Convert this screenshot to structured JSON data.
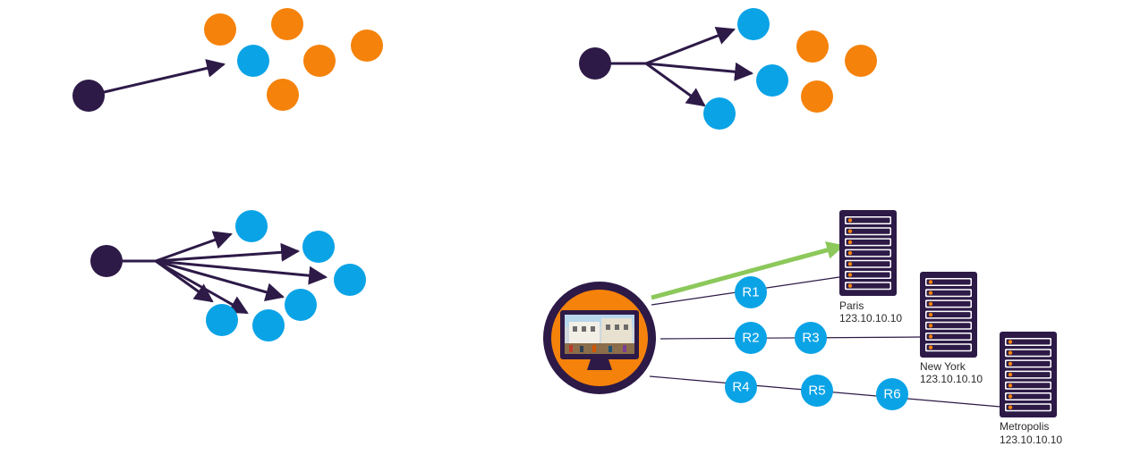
{
  "colors": {
    "source": "#2d1a47",
    "unicast_target": "#f5820a",
    "receiver": "#0aa3e6",
    "arrow": "#2d1a47",
    "anycast_route": "#8cc85a",
    "client_ring": "#2d1a47",
    "client_fill": "#f5820a",
    "server_body": "#2d1a47",
    "server_slot": "#f5820a"
  },
  "panels": [
    {
      "id": "unicast"
    },
    {
      "id": "multicast"
    },
    {
      "id": "broadcast"
    },
    {
      "id": "anycast"
    }
  ],
  "routers": [
    {
      "label": "R1"
    },
    {
      "label": "R2"
    },
    {
      "label": "R3"
    },
    {
      "label": "R4"
    },
    {
      "label": "R5"
    },
    {
      "label": "R6"
    }
  ],
  "servers": [
    {
      "name": "Paris",
      "ip": "123.10.10.10"
    },
    {
      "name": "New York",
      "ip": "123.10.10.10"
    },
    {
      "name": "Metropolis",
      "ip": "123.10.10.10"
    }
  ],
  "icons": {
    "client": "computer-monitor-icon",
    "server": "server-rack-icon"
  }
}
